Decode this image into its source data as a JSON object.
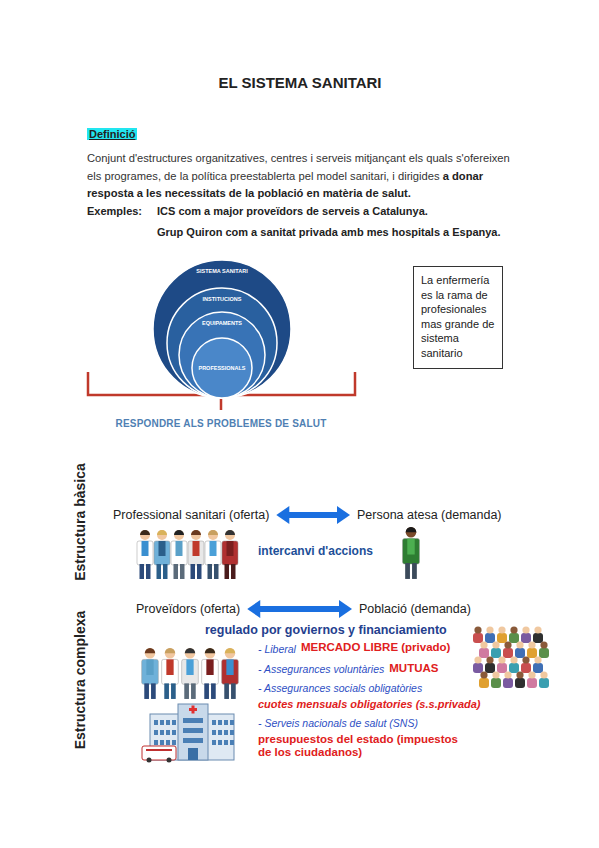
{
  "diagram": {
    "title": "EL SISTEMA SANITARI",
    "nodes": [
      {
        "text": [
          "SISTEMA SANITARI"
        ]
      },
      {
        "text": [
          "INSTITUCIONS"
        ],
        "in": 0
      },
      {
        "text": [
          "EQUIPAMENTS"
        ],
        "in": 1
      },
      {
        "text": [
          "PROFESSIONALS"
        ],
        "in": 2
      },
      {
        "text": [
          "La enfermería es la rama de profesionales mas grande de sistema sanitario"
        ]
      },
      {
        "text": [
          "Professional sanitari (oferta)"
        ]
      },
      {
        "text": [
          "Persona atesa (demanda)"
        ]
      },
      {
        "text": [
          "Proveïdors (oferta)"
        ]
      },
      {
        "text": [
          "Població (demanda)"
        ]
      }
    ],
    "edges": [
      {
        "from": 5,
        "to": 6,
        "arrow": "both"
      },
      {
        "from": 7,
        "to": 8,
        "arrow": "both"
      }
    ],
    "labels": [
      "Definició",
      "Conjunt d'estructures organitzatives, centres i serveis mitjançant els quals s'ofereixen els programes, de la política preestablerta pel model sanitari, i dirigides",
      "a donar resposta a les necessitats de la població en matèria de salut.",
      "Exemples:",
      "ICS com a major proveïdors de serveis a Catalunya.",
      "Grup Quiron com a sanitat privada amb mes hospitals a Espanya.",
      "RESPONDRE ALS PROBLEMES DE SALUT",
      "Estructura bàsica",
      "intercanvi d'accions",
      "Estructura complexa",
      "regulado por goviernos y financiamiento",
      "- Liberal",
      "MERCADO LIBRE (privado)",
      "- Assegurances voluntàries",
      "MUTUAS",
      "- Assegurances socials obligatòries",
      "cuotes mensuals obligatories (s.s.privada)",
      "- Serveis nacionals de salut (SNS)",
      "presupuestos del estado (impuestos de los ciudadanos)"
    ]
  }
}
